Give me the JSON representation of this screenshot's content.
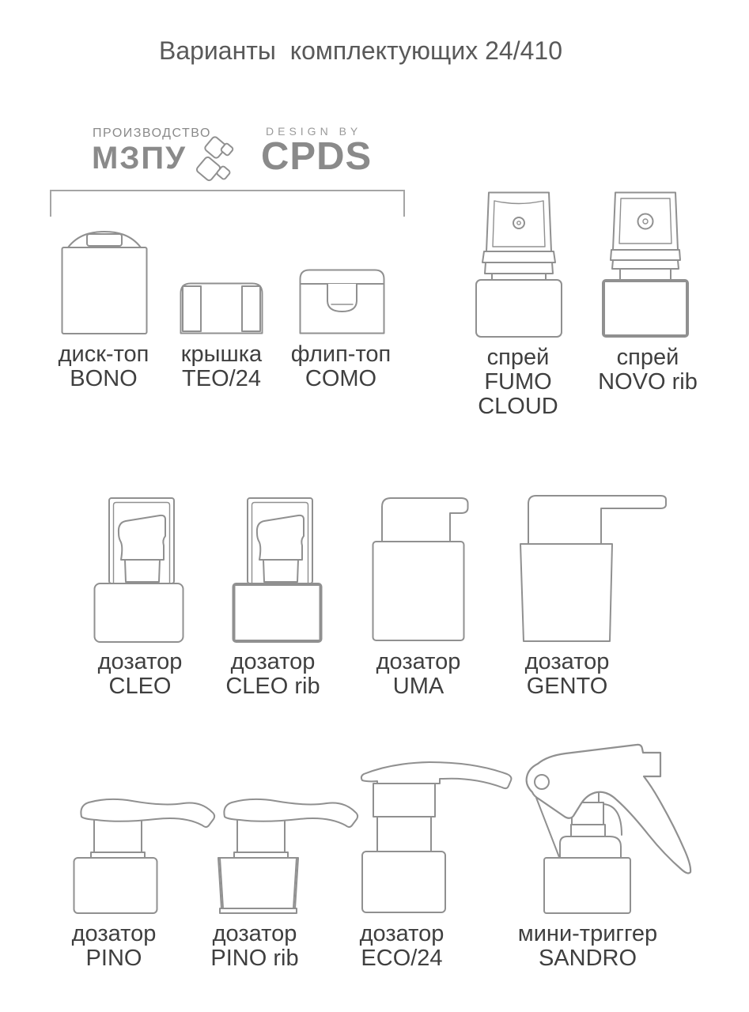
{
  "title": "Варианты  комплектующих 24/410",
  "branding": {
    "production_label": "ПРОИЗВОДСТВО",
    "production_name": "МЗПУ",
    "design_label": "DESIGN BY",
    "design_name": "CPDS"
  },
  "colors": {
    "line": "#909090",
    "label_text": "#3f3f3f",
    "title_text": "#595959",
    "logo": "#8a8a8a"
  },
  "items": [
    {
      "label": "диск-топ",
      "name": "BONO"
    },
    {
      "label": "крышка",
      "name": "TEO/24"
    },
    {
      "label": "флип-топ",
      "name": "COMO"
    },
    {
      "label": "спрей",
      "name": "FUMO CLOUD"
    },
    {
      "label": "спрей",
      "name": "NOVO rib"
    },
    {
      "label": "дозатор",
      "name": "CLEO"
    },
    {
      "label": "дозатор",
      "name": "CLEO rib"
    },
    {
      "label": "дозатор",
      "name": "UMA"
    },
    {
      "label": "дозатор",
      "name": "GENTO"
    },
    {
      "label": "дозатор",
      "name": "PINO"
    },
    {
      "label": "дозатор",
      "name": "PINO rib"
    },
    {
      "label": "дозатор",
      "name": "ECO/24"
    },
    {
      "label": "мини-триггер",
      "name": "SANDRO"
    }
  ]
}
